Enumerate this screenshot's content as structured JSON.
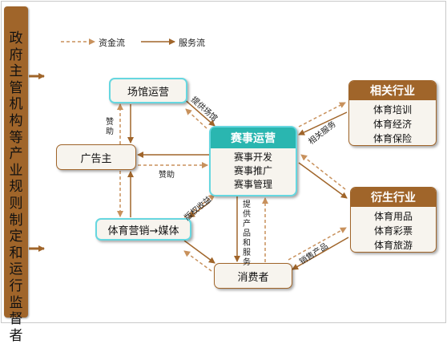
{
  "sidebar": {
    "text": "政府主管机构等产业规则制定和运行监督者"
  },
  "legend": {
    "capital_flow": "资金流",
    "service_flow": "服务流"
  },
  "nodes": {
    "venue": "场馆运营",
    "advertiser": "广告主",
    "marketing_media": "体育营销→媒体",
    "consumer": "消费者"
  },
  "core": {
    "title": "赛事运营",
    "items": [
      "赛事开发",
      "赛事推广",
      "赛事管理"
    ]
  },
  "related": {
    "title": "相关行业",
    "items": [
      "体育培训",
      "体育经济",
      "体育保险"
    ]
  },
  "derived": {
    "title": "衍生行业",
    "items": [
      "体育用品",
      "体育彩票",
      "体育旅游"
    ]
  },
  "edge_labels": {
    "venue_core": "提供场馆",
    "sponsor_left": "赞助",
    "sponsor_bottom": "赞助",
    "media_core": "版权收益",
    "provide": "提供产品和服务",
    "related_service": "相关服务",
    "sales": "销售产品"
  },
  "colors": {
    "brown": "#a0652a",
    "teal": "#2ab6b0",
    "cyan_border": "#66d7e0"
  }
}
